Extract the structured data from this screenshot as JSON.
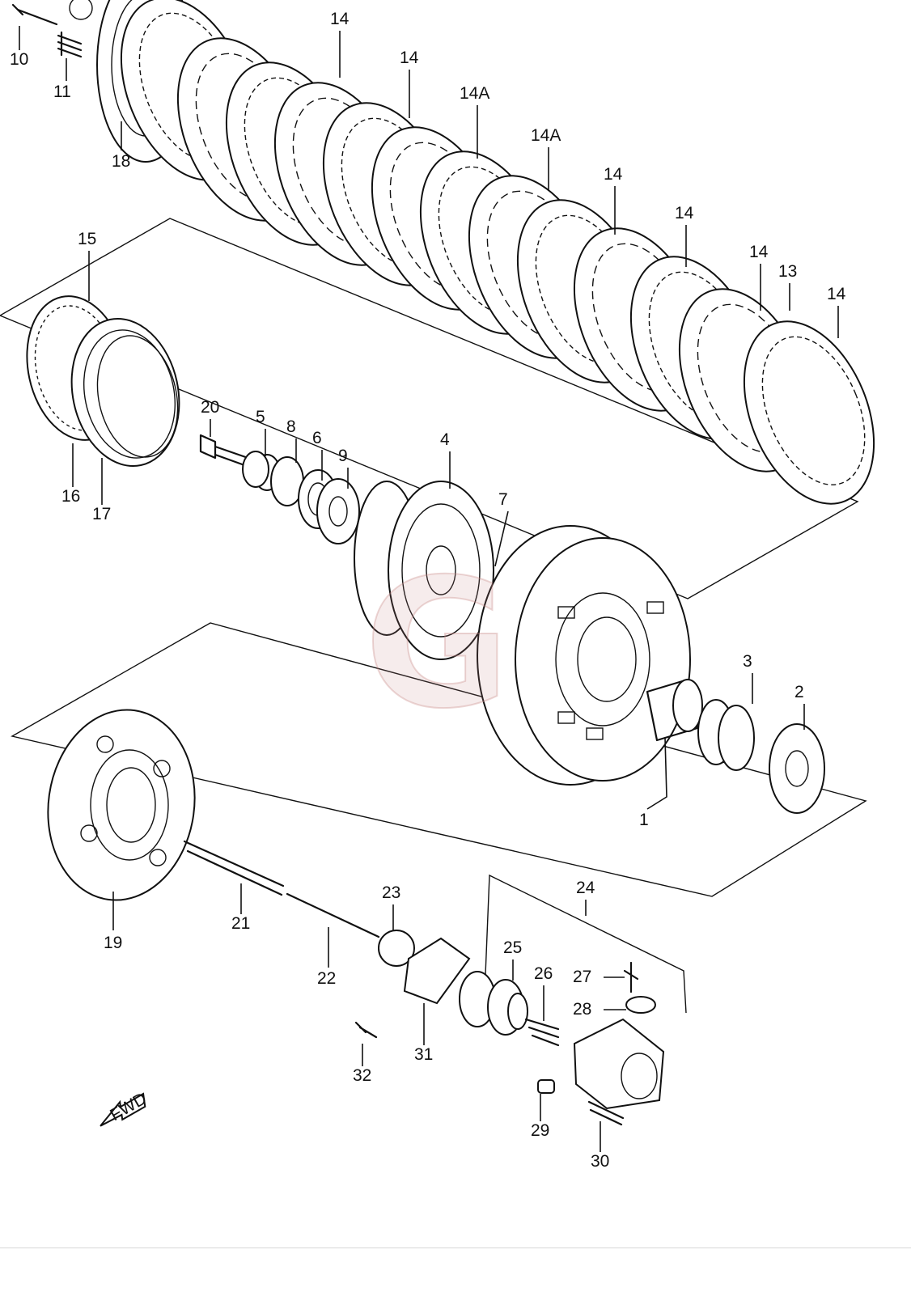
{
  "diagram": {
    "watermark_letter": "G",
    "fwd_text": "FWD",
    "part_labels": [
      "10",
      "11",
      "18",
      "14",
      "14",
      "14A",
      "14A",
      "14",
      "14",
      "14",
      "13",
      "14",
      "15",
      "16",
      "17",
      "20",
      "5",
      "8",
      "6",
      "9",
      "4",
      "7",
      "3",
      "2",
      "1",
      "19",
      "21",
      "22",
      "23",
      "24",
      "25",
      "26",
      "27",
      "28",
      "29",
      "30",
      "31",
      "32"
    ]
  },
  "colors": {
    "line": "#111111",
    "watermark": "#c98a88",
    "rule": "#d8d8d8"
  }
}
